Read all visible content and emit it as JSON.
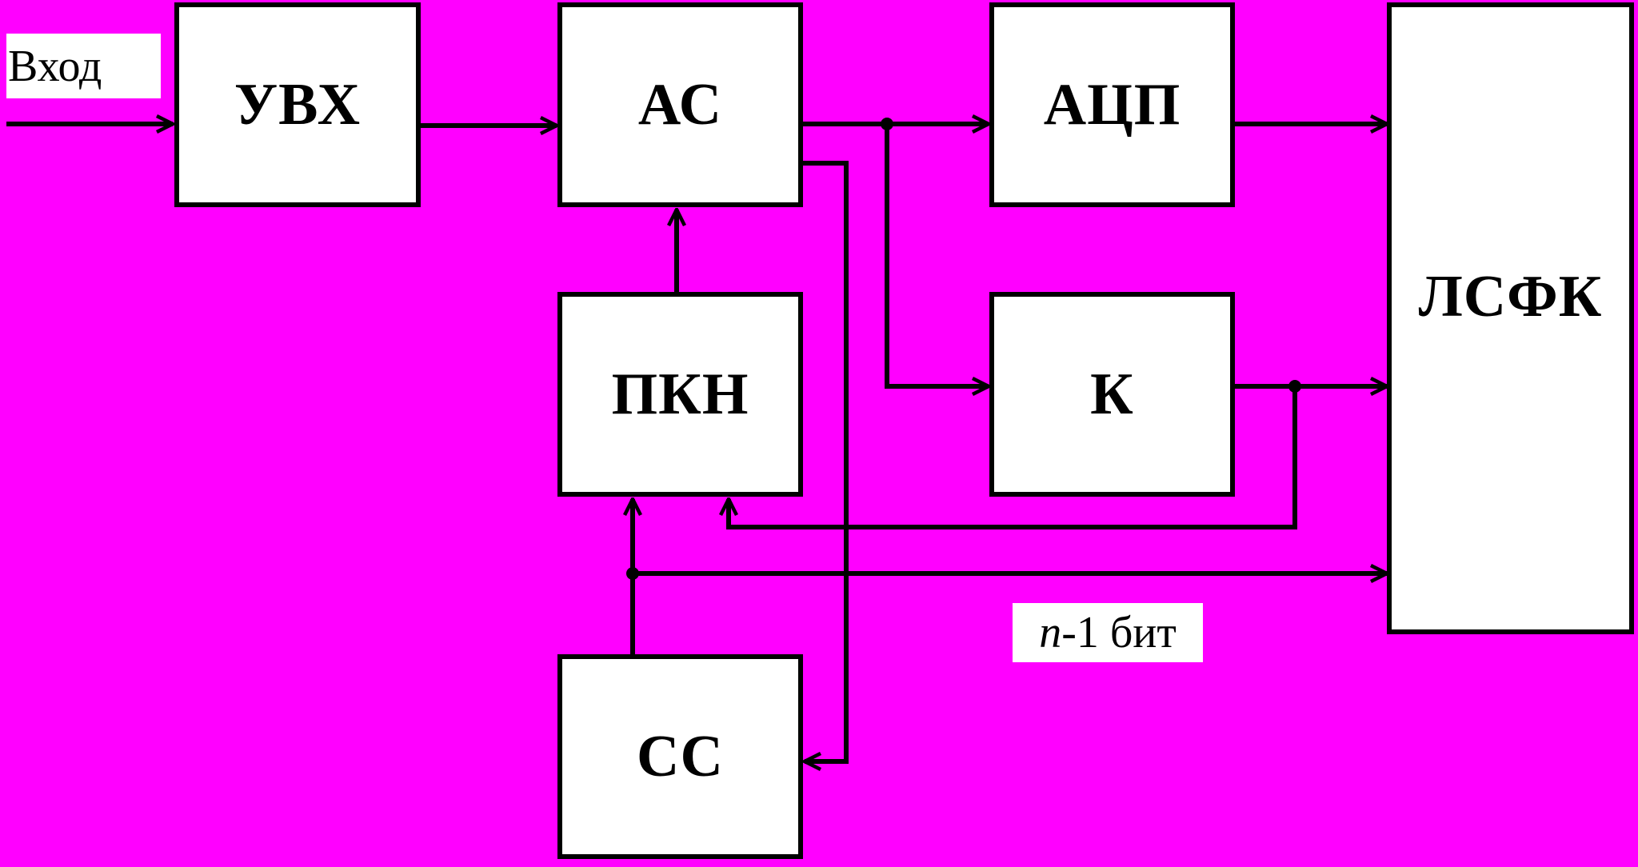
{
  "colors": {
    "background": "#ff00ff",
    "block_fill": "#ffffff",
    "line": "#000000"
  },
  "labels": {
    "input": "Вход",
    "bits_prefix": "n",
    "bits_suffix": "-1 бит"
  },
  "blocks": {
    "uvh": "УВХ",
    "as": "АС",
    "acp": "АЦП",
    "lsfk": "ЛСФК",
    "pkn": "ПКН",
    "k": "К",
    "ss": "СС"
  }
}
